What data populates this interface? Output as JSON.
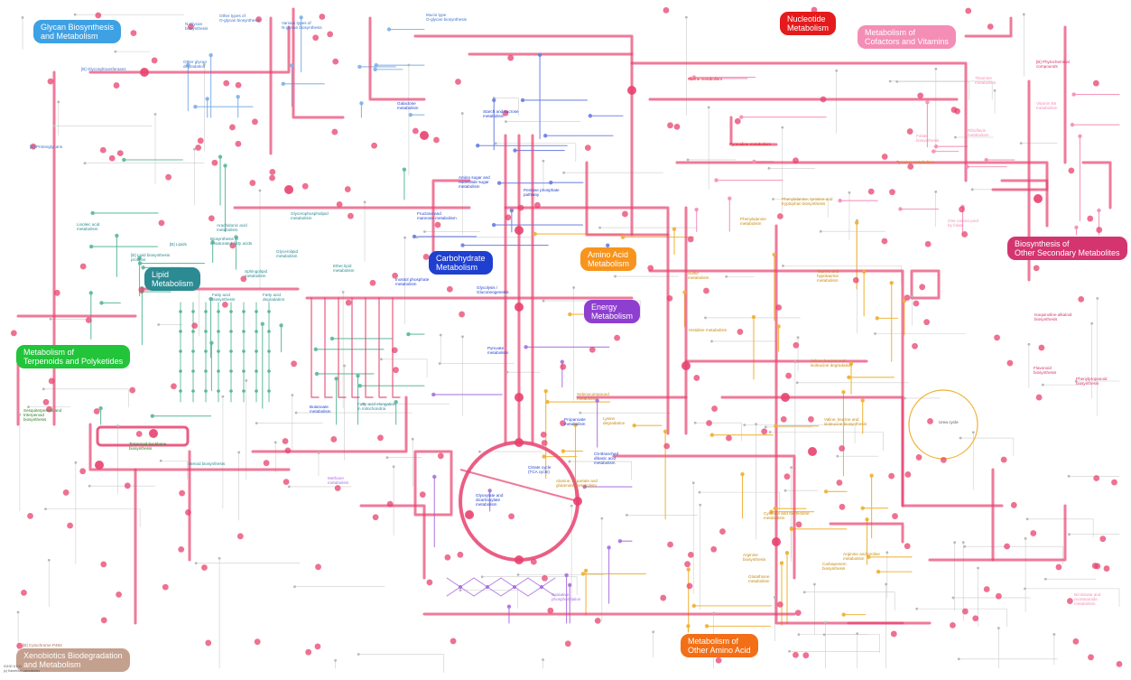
{
  "categories": {
    "glycan": {
      "text": "Glycan Biosynthesis\nand Metabolism",
      "color": "#3ea1e3"
    },
    "nucleotide": {
      "text": "Nucleotide\nMetabolism",
      "color": "#e41a1c"
    },
    "cofactors": {
      "text": "Metabolism of\nCofactors and Vitamins",
      "color": "#f48eb6"
    },
    "secondary": {
      "text": "Biosynthesis of\nOther Secondary Metabolites",
      "color": "#d4356f"
    },
    "carbohydrate": {
      "text": "Carbohydrate\nMetabolism",
      "color": "#1f3fd0"
    },
    "aminoacid": {
      "text": "Amino Acid\nMetabolism",
      "color": "#f7941d"
    },
    "energy": {
      "text": "Energy\nMetabolism",
      "color": "#8e3fcf"
    },
    "lipid": {
      "text": "Lipid\nMetabolism",
      "color": "#2b8a92"
    },
    "terpenoids": {
      "text": "Metabolism of\nTerpenoids and Polyketides",
      "color": "#22c43a"
    },
    "otheramino": {
      "text": "Metabolism of\nOther Amino Acid",
      "color": "#f26f17"
    },
    "xenobiotics": {
      "text": "Xenobiotics Biodegradation\nand Metabolism",
      "color": "#c4a08e"
    }
  },
  "labels": {
    "glycosyltransferases": "[B] Glycosyltransferases",
    "proteoglycans": "[B] Proteoglycans",
    "nglycan": "N-Glycan\nbiosynthesis",
    "oglycan_types": "Other types of\nO-glycan biosynthesis",
    "nglycan_types": "Various types of\nN-glycan biosynthesis",
    "mucin": "Mucin type\nO-glycan biosynthesis",
    "other_glycan": "Other glycan\ndegradation",
    "phytochemical": "[B] Phytochemical\ncompounds",
    "linoleic": "Linoleic acid\nmetabolism",
    "lipids": "[B] Lipids",
    "lipid_biosynthesis_proteins": "[B] Lipid biosynthesis\nproteins",
    "arachidonic": "Arachidonic acid\nmetabolism",
    "unsaturated": "Biosynthesis of\nunsaturated fatty acids",
    "glycerophospholipid": "Glycerophospholipid\nmetabolism",
    "glycerolipid": "Glycerolipid\nmetabolism",
    "sphingolipid": "Sphingolipid\nmetabolism",
    "ether_lipid": "Ether lipid\nmetabolism",
    "fatty_biosynthesis": "Fatty acid\nbiosynthesis",
    "fatty_degradation": "Fatty acid\ndegradation",
    "fatty_elongation": "Fatty acid elongation\nin mitochondria",
    "butanoate": "Butanoate\nmetabolism",
    "galactose": "Galactose\nmetabolism",
    "starch": "Starch and sucrose\nmetabolism",
    "amino_sugar": "Amino sugar and\nnucleotide sugar\nmetabolism",
    "pentose": "Pentose phosphate\npathway",
    "fructose": "Fructose and\nmannose metabolism",
    "inositol": "Inositol phosphate\nmetabolism",
    "glycolysis": "Glycolysis /\nGluconeogenesis",
    "pyruvate": "Pyruvate\nmetabolism",
    "propanoate": "Propanoate\nmetabolism",
    "citrate": "Citrate cycle\n(TCA cycle)",
    "glyoxylate": "Glyoxylate and\ndicarboxylate\nmetabolism",
    "c5_branched": "C5-Branched\ndibasic acid\nmetabolism",
    "oxidative": "Oxidative\nphosphorylation",
    "purine": "Purine metabolism",
    "pyrimidine": "Pyrimidine metabolism",
    "folate": "Folate\nbiosynthesis",
    "riboflavin": "Riboflavin\nmetabolism",
    "thiamine": "Thiamine\nmetabolism",
    "vitamin_b6": "Vitamin B6\nmetabolism",
    "tyrosine": "Tyrosine metabolism",
    "phenylalanine": "Phenylalanine\nmetabolism",
    "tryptophan": "Phenylalanine, tyrosine and\ntryptophan biosynthesis",
    "taurine": "Taurine and\nhypotaurine\nmetabolism",
    "sulfur": "Sulfur\nmetabolism",
    "histidine": "Histidine metabolism",
    "valine_deg": "Valine, leucine and\nisoleucine degradation",
    "valine_bio": "Valine, leucine and\nisoleucine biosynthesis",
    "lysine": "Lysine\ndegradation",
    "urea": "Urea cycle",
    "arginine": "Arginine\nbiosynthesis",
    "glutathione": "Glutathione\nmetabolism",
    "cysteine": "Cysteine and methionine\nmetabolism",
    "arginine_proline": "Arginine and proline\nmetabolism",
    "carbapenem": "Carbapenem\nbiosynthesis",
    "selenocompound": "Selenocompound\nmetabolism",
    "glutamate": "Alanine, aspartate and\nglutamate metabolism",
    "one_carbon": "One carbon pool\nby folate",
    "sesquiterpenoid": "Sesquiterpenoid and\ntriterpenoid\nbiosynthesis",
    "terpenoid_backbone": "Terpenoid backbone\nbiosynthesis",
    "steroid": "Steroid biosynthesis",
    "methane": "Methane\nmetabolism",
    "cytochrome": "[B] Cytochrome P450",
    "isoquinoline": "Isoquinoline alkaloid\nbiosynthesis",
    "flavonoid": "Flavonoid\nbiosynthesis",
    "phenylpropanoid": "Phenylpropanoid\nbiosynthesis",
    "nicotinate": "Nicotinate and\nnicotinamide\nmetabolism"
  },
  "footer": {
    "line1": "01100 1/1/11",
    "line2": "(c) Kanehisa Laboratories"
  },
  "pathway_colors": {
    "main": "#e8416e",
    "lipid": "#5bb89a",
    "carbohydrate": "#6b7fe0",
    "aminoacid": "#f0b030",
    "energy": "#a970e0",
    "glycan": "#7fb0e6",
    "background": "#c8c8c8"
  }
}
